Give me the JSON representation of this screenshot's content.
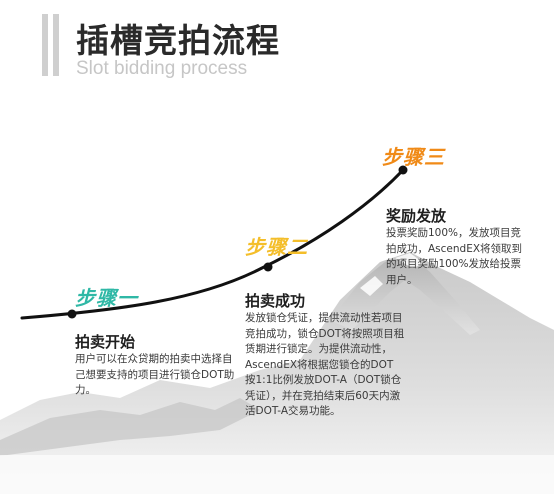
{
  "header": {
    "title": "插槽竞拍流程",
    "subtitle": "Slot bidding process"
  },
  "steps": [
    {
      "label": "步骤一",
      "title": "拍卖开始",
      "desc": "用户可以在众贷期的拍卖中选择自己想要支持的项目进行锁仓DOT助力。",
      "color": "#2fb8a6"
    },
    {
      "label": "步骤二",
      "title": "拍卖成功",
      "desc": "发放锁仓凭证，提供流动性若项目竞拍成功，锁仓DOT将按照项目租赁期进行锁定。为提供流动性，AscendEX将根据您锁仓的DOT 按1:1比例发放DOT-A（DOT锁仓凭证），并在竞拍结束后60天内激活DOT-A交易功能。",
      "color": "#f4be2a"
    },
    {
      "label": "步骤三",
      "title": "奖励发放",
      "desc": "投票奖励100%，发放项目竞拍成功，AscendEX将领取到的项目奖励100%发放给投票用户。",
      "color": "#f08a17"
    }
  ]
}
